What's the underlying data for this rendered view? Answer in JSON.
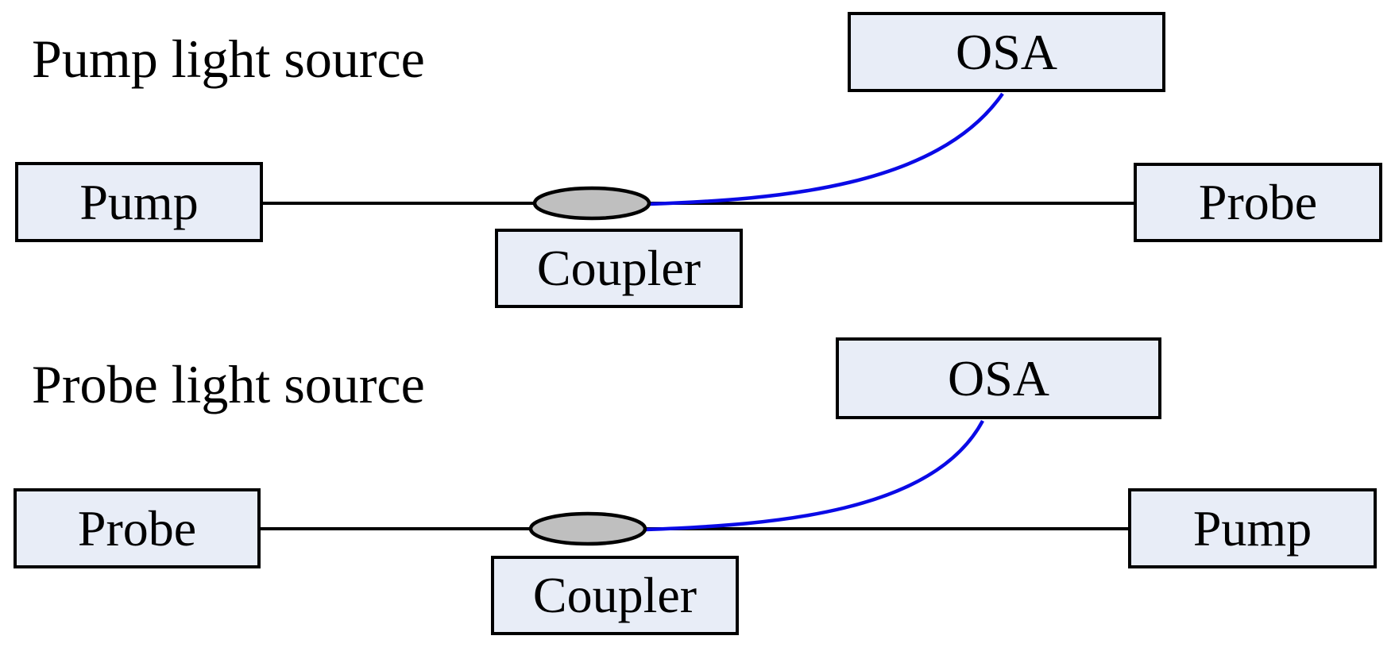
{
  "diagram": {
    "description": "Experimental setup diagram with two fiber-coupler measurement configurations",
    "colors": {
      "background": "#ffffff",
      "box_fill": "#e8edf7",
      "box_border": "#000000",
      "fiber_line": "#000000",
      "coupler_ellipse_fill": "#bfbfbf",
      "osa_tap_curve": "#0a0ae6",
      "text": "#000000"
    },
    "sections": [
      {
        "title": "Pump light source",
        "left_device": "Pump",
        "right_device": "Probe",
        "analyzer": "OSA",
        "coupler": "Coupler"
      },
      {
        "title": "Probe light source",
        "left_device": "Probe",
        "right_device": "Pump",
        "analyzer": "OSA",
        "coupler": "Coupler"
      }
    ]
  }
}
